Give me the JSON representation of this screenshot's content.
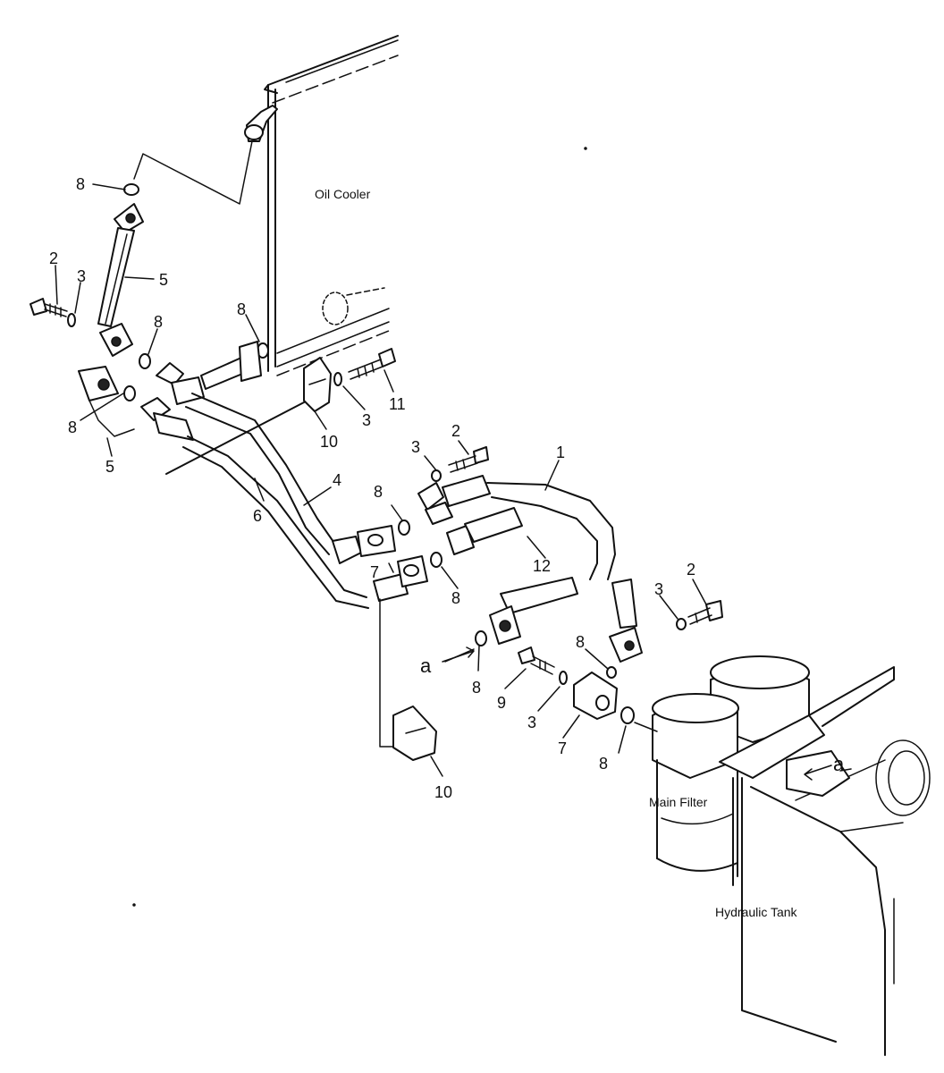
{
  "components": {
    "oil_cooler": "Oil Cooler",
    "main_filter": "Main Filter",
    "hydraulic_tank": "Hydraulic Tank"
  },
  "callouts": {
    "n1": "1",
    "n2a": "2",
    "n2b": "2",
    "n2c": "2",
    "n3a": "3",
    "n3b": "3",
    "n3c": "3",
    "n3d": "3",
    "n3e": "3",
    "n4": "4",
    "n5a": "5",
    "n5b": "5",
    "n6": "6",
    "n7a": "7",
    "n7b": "7",
    "n8a": "8",
    "n8b": "8",
    "n8c": "8",
    "n8d": "8",
    "n8e": "8",
    "n8f": "8",
    "n8g": "8",
    "n8h": "8",
    "n8i": "8",
    "n9": "9",
    "n10a": "10",
    "n10b": "10",
    "n11": "11",
    "n12": "12",
    "aa": "a",
    "ab": "a"
  }
}
